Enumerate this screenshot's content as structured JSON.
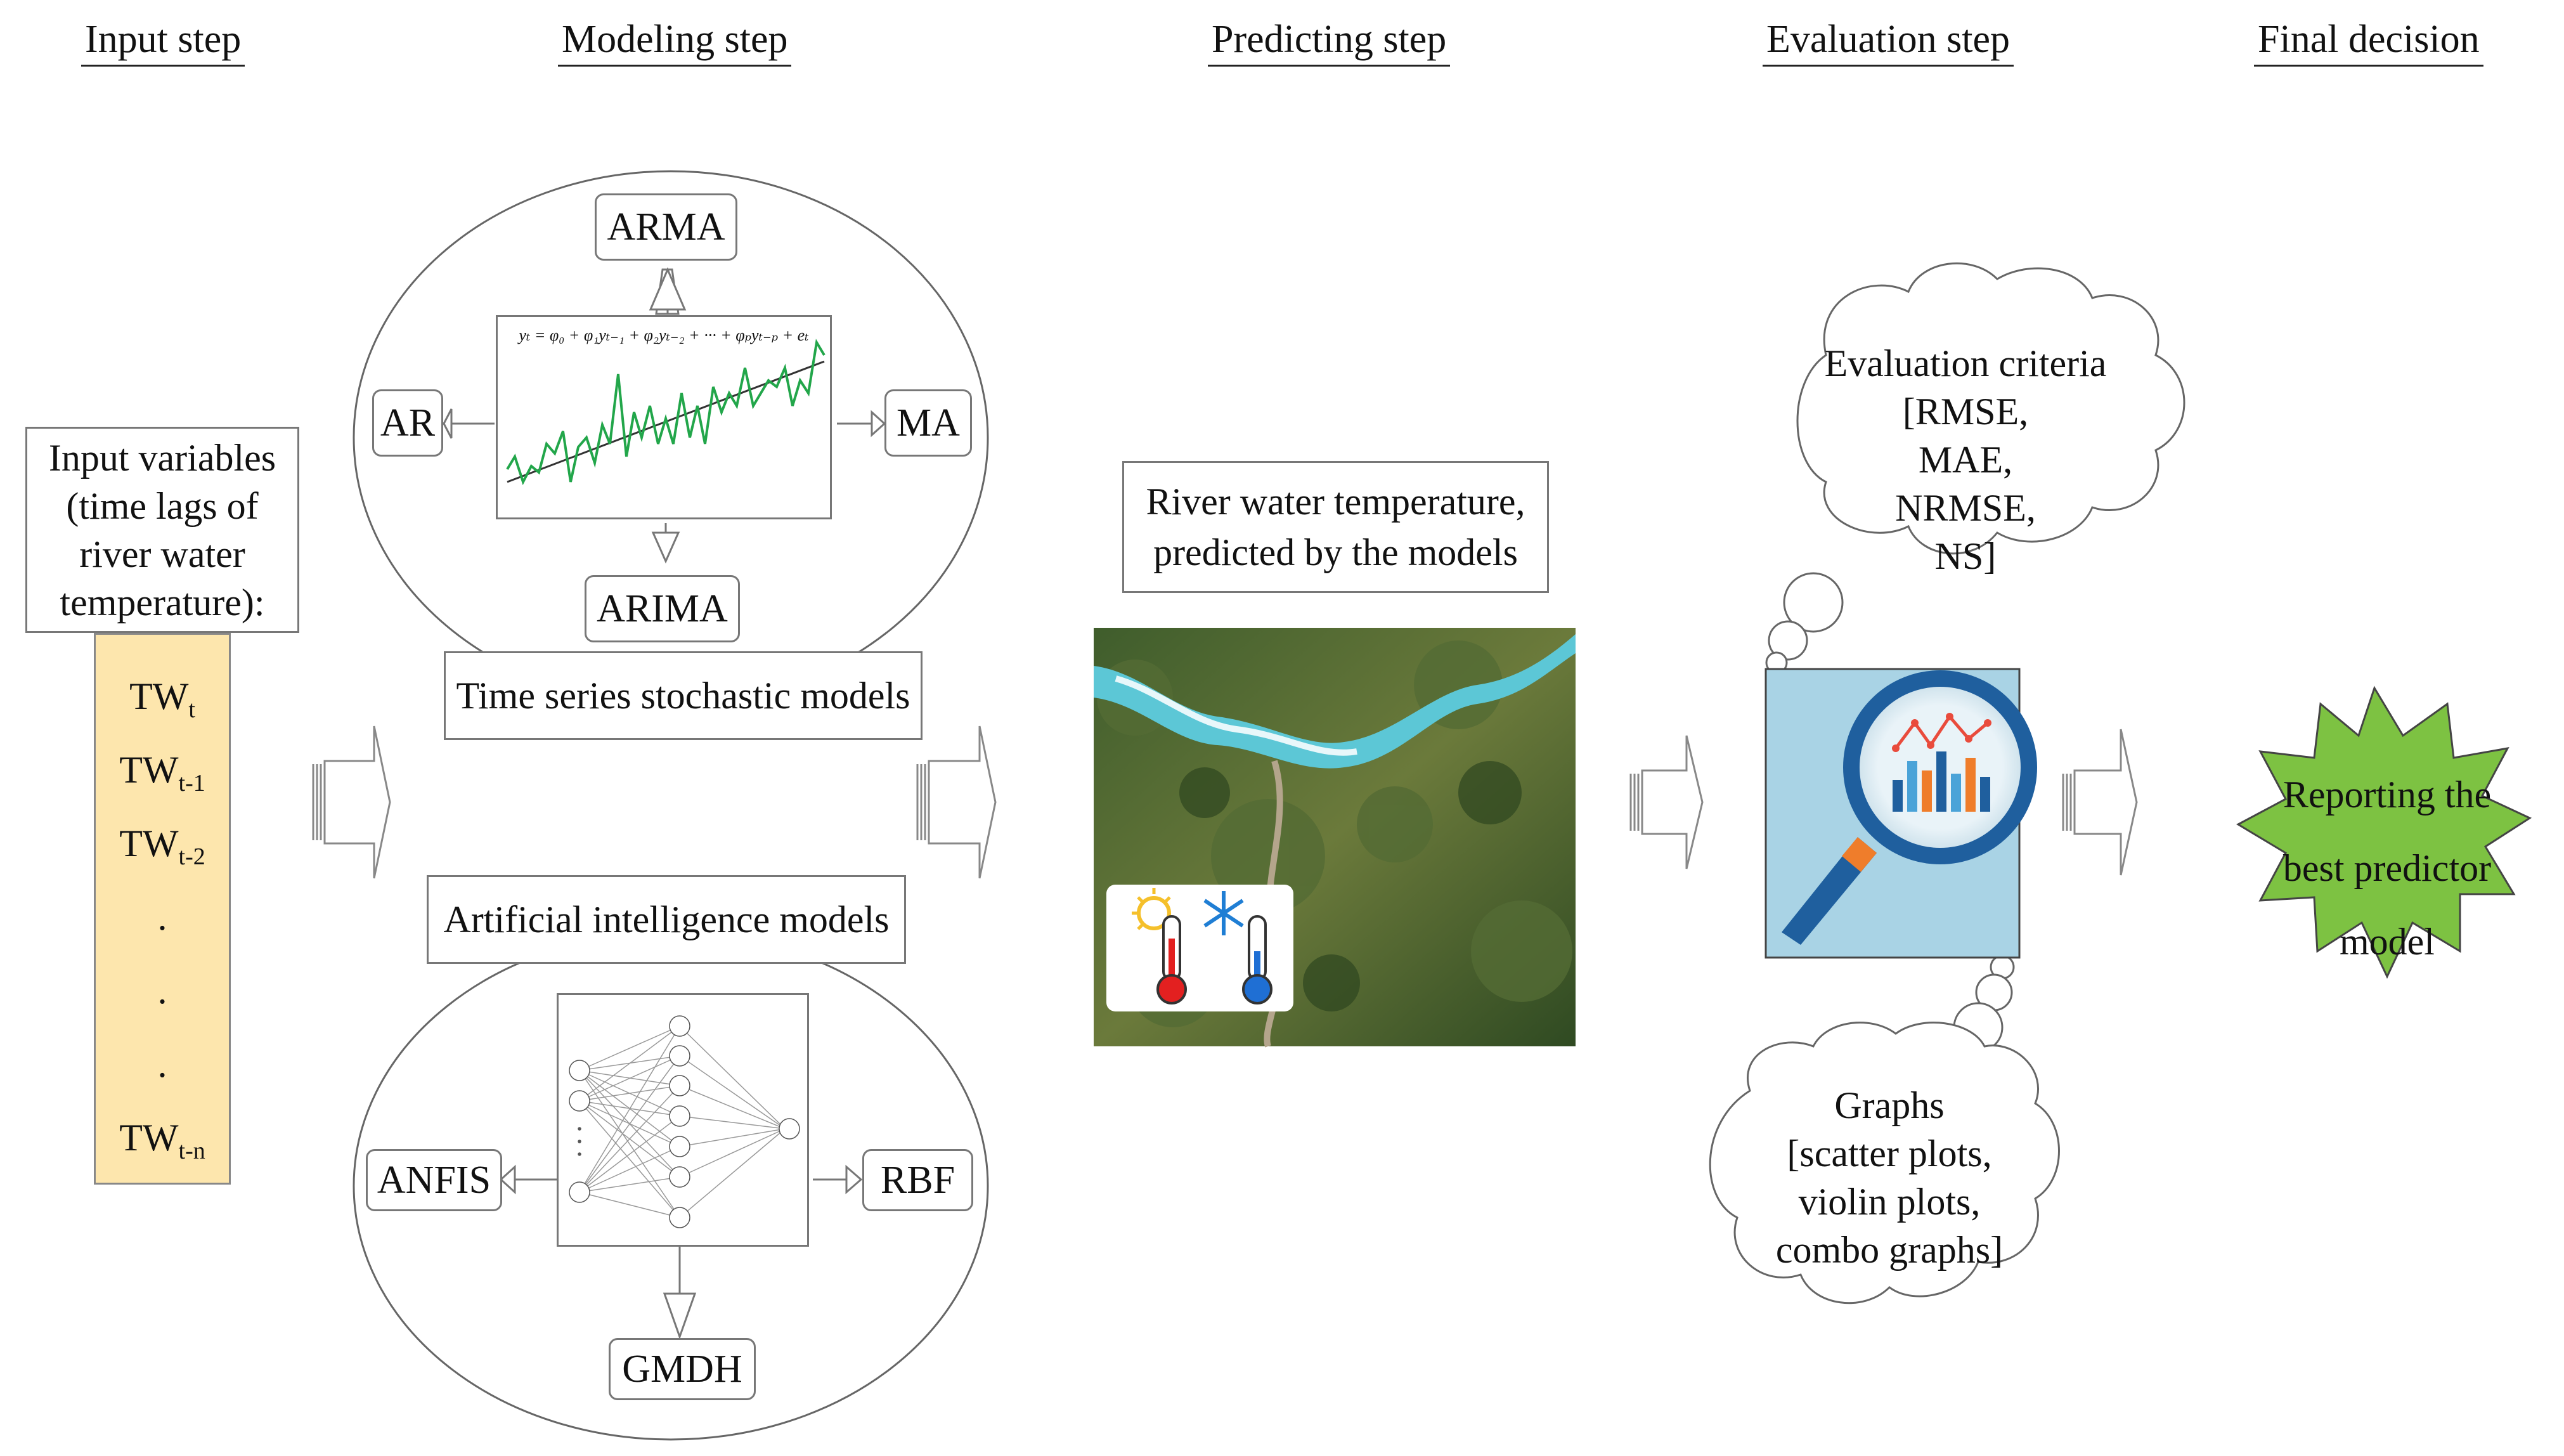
{
  "headers": {
    "input": "Input step",
    "modeling": "Modeling step",
    "predicting": "Predicting step",
    "evaluation": "Evaluation step",
    "final": "Final decision"
  },
  "input": {
    "title_lines": [
      "Input variables",
      "(time lags of",
      "river water",
      "temperature):"
    ],
    "lags": [
      {
        "base": "TW",
        "sub": "t"
      },
      {
        "base": "TW",
        "sub": "t-1"
      },
      {
        "base": "TW",
        "sub": "t-2"
      },
      {
        "base": ".",
        "sub": ""
      },
      {
        "base": ".",
        "sub": ""
      },
      {
        "base": ".",
        "sub": ""
      },
      {
        "base": "TW",
        "sub": "t-n"
      }
    ],
    "lag_box_color": "#fde6ad"
  },
  "stochastic": {
    "label": "Time series stochastic models",
    "models": {
      "top": "ARMA",
      "left": "AR",
      "right": "MA",
      "bottom": "ARIMA"
    },
    "equation": "yₜ = φ₀ + φ₁yₜ₋₁ + φ₂yₜ₋₂ + ··· + φₚyₜ₋ₚ + eₜ",
    "series_color": "#22a64a"
  },
  "ai": {
    "label": "Artificial intelligence models",
    "models": {
      "left": "ANFIS",
      "right": "RBF",
      "bottom": "GMDH"
    }
  },
  "predicting": {
    "caption_lines": [
      "River water temperature,",
      "predicted by the models"
    ],
    "frame_color": "#f7a3a3",
    "image_icons": [
      "sun-thermometer-icon",
      "snowflake-thermometer-icon"
    ]
  },
  "evaluation": {
    "criteria_lines": [
      "Evaluation criteria",
      "[RMSE,",
      "MAE,",
      "NRMSE,",
      "NS]"
    ],
    "graphs_lines": [
      "Graphs",
      "[scatter plots,",
      "violin plots,",
      "combo graphs]"
    ],
    "icon": "magnifier-chart-icon",
    "panel_color": "#a9d3e5"
  },
  "final": {
    "lines": [
      "Reporting the",
      "best predictor",
      "model"
    ],
    "star_color": "#7dc242"
  }
}
